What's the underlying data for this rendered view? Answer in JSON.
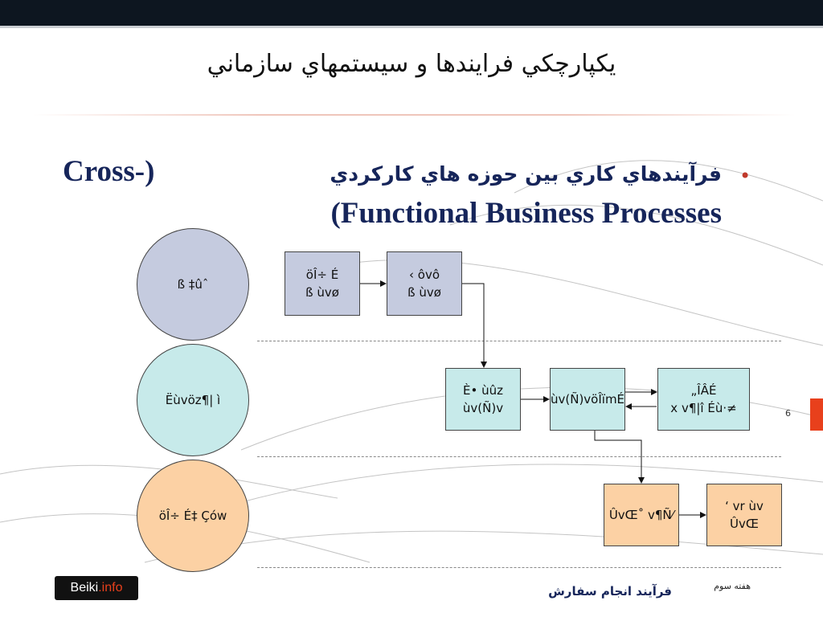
{
  "slide": {
    "title": "يکپارچکي فرايندها و سيستمهاي سازماني",
    "bullet": {
      "farsi": "فرآيندهاي كاري بين حوزه هاي كاركردي",
      "latin_line1": "Cross-)",
      "latin_line2": "(Functional Business Processes"
    },
    "slide_number": "6"
  },
  "diagram": {
    "lanes": [
      {
        "label": "ß ‡ûˆ"
      },
      {
        "label": "Ëùvöz¶| ì"
      },
      {
        "label": "öÎ÷ É‡ Çów"
      }
    ],
    "boxes": [
      {
        "line1": "öÎ÷ É",
        "line2": "ß ùvø"
      },
      {
        "line1": "‹ ôvô",
        "line2": "ß ùvø"
      },
      {
        "line1": "È• ùûz",
        "line2": "ùv(Ñ)v"
      },
      {
        "line1": "ùv(Ñ)vöÎïmÉ",
        "line2": ""
      },
      {
        "line1": "„ÎÂÉ",
        "line2": "x v¶|î Éù·≠"
      },
      {
        "line1": "ÛvŒ˚ v¶Ñ⁄",
        "line2": ""
      },
      {
        "line1": "‘ vr ùv",
        "line2": "ÛvŒ"
      }
    ],
    "colors": {
      "blue": "#c5cbdf",
      "cyan": "#c7eaea",
      "orange": "#fcd1a4"
    }
  },
  "footer": {
    "brand_main": "Beiki",
    "brand_suffix": ".info",
    "center": "فرآيند انجام سفارش",
    "right": "هفته سوم"
  }
}
